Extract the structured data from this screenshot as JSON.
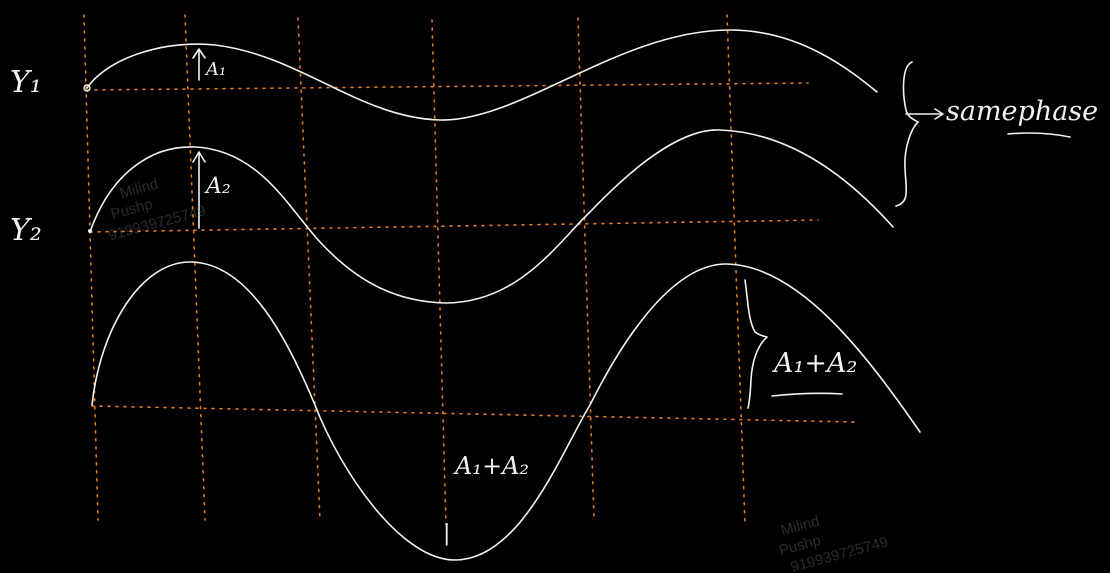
{
  "labels": {
    "y1": "Y₁",
    "y2": "Y₂",
    "a1": "A₁",
    "a2": "A₂",
    "same_phase": "samephase",
    "sum_right": "A₁+A₂",
    "sum_bottom": "A₁+A₂",
    "tick": "|"
  },
  "watermarks": [
    {
      "name": "Milind",
      "first": "Pushp",
      "phone": "919939725749"
    },
    {
      "name": "Milind",
      "first": "Pushp",
      "phone": "919939725749"
    }
  ],
  "colors": {
    "background": "#000000",
    "ink": "#f2f2f2",
    "grid": "#e07a1f"
  }
}
